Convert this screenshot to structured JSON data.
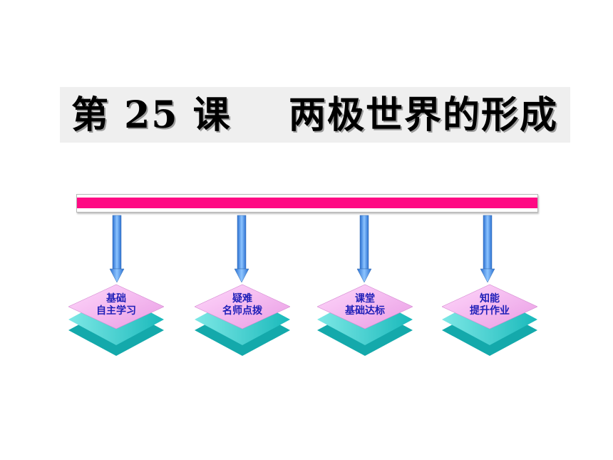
{
  "slide": {
    "title": "第 25 课    两极世界的形成",
    "colors": {
      "bar": "#ff0a84",
      "arrow": "#4a8fe0",
      "diamond_top": "#f3b5ee",
      "diamond_side": "#2fd0cf"
    }
  },
  "nodes": [
    {
      "line1": "基础",
      "line2": "自主学习",
      "icon": "arrow-down-icon"
    },
    {
      "line1": "疑难",
      "line2": "名师点拨",
      "icon": "arrow-down-icon"
    },
    {
      "line1": "课堂",
      "line2": "基础达标",
      "icon": "arrow-down-icon"
    },
    {
      "line1": "知能",
      "line2": "提升作业",
      "icon": "arrow-down-icon"
    }
  ]
}
